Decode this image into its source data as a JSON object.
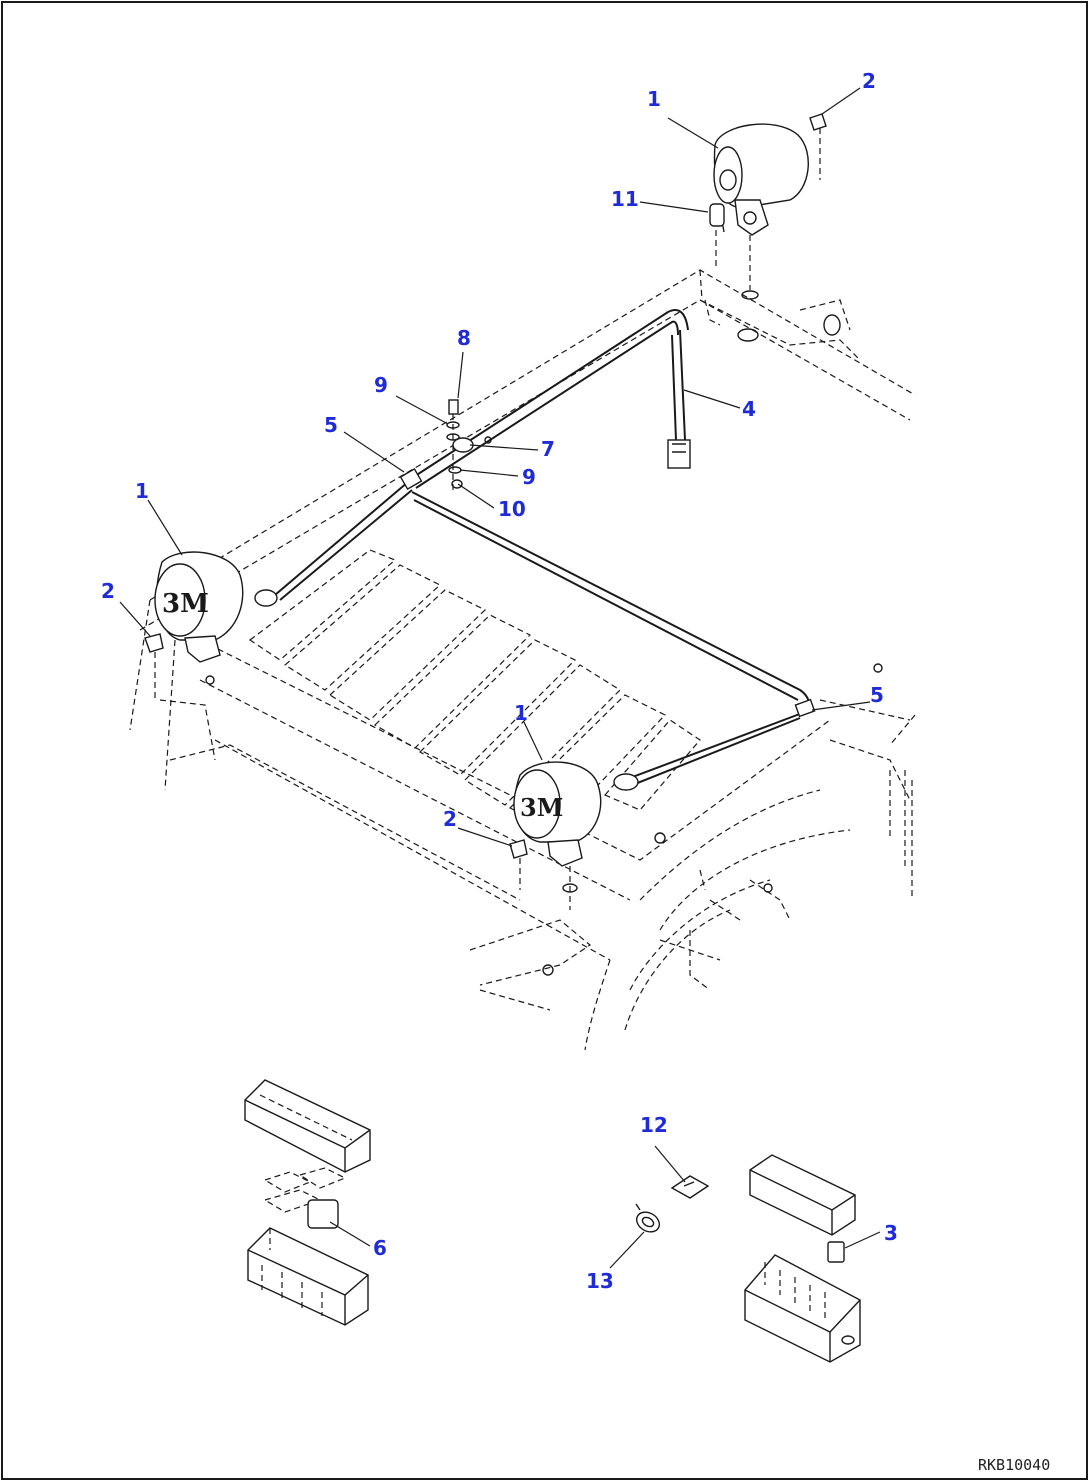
{
  "callouts": [
    {
      "id": "c-1-top",
      "label": "1"
    },
    {
      "id": "c-2-top",
      "label": "2"
    },
    {
      "id": "c-11",
      "label": "11"
    },
    {
      "id": "c-8",
      "label": "8"
    },
    {
      "id": "c-9-upper",
      "label": "9"
    },
    {
      "id": "c-5-upper",
      "label": "5"
    },
    {
      "id": "c-7",
      "label": "7"
    },
    {
      "id": "c-4",
      "label": "4"
    },
    {
      "id": "c-9-lower",
      "label": "9"
    },
    {
      "id": "c-10",
      "label": "10"
    },
    {
      "id": "c-1-left",
      "label": "1"
    },
    {
      "id": "c-2-left",
      "label": "2"
    },
    {
      "id": "c-5-right",
      "label": "5"
    },
    {
      "id": "c-1-center",
      "label": "1"
    },
    {
      "id": "c-2-center",
      "label": "2"
    },
    {
      "id": "c-12",
      "label": "12"
    },
    {
      "id": "c-3",
      "label": "3"
    },
    {
      "id": "c-6",
      "label": "6"
    },
    {
      "id": "c-13",
      "label": "13"
    }
  ],
  "drawing_number": "RKB10040"
}
